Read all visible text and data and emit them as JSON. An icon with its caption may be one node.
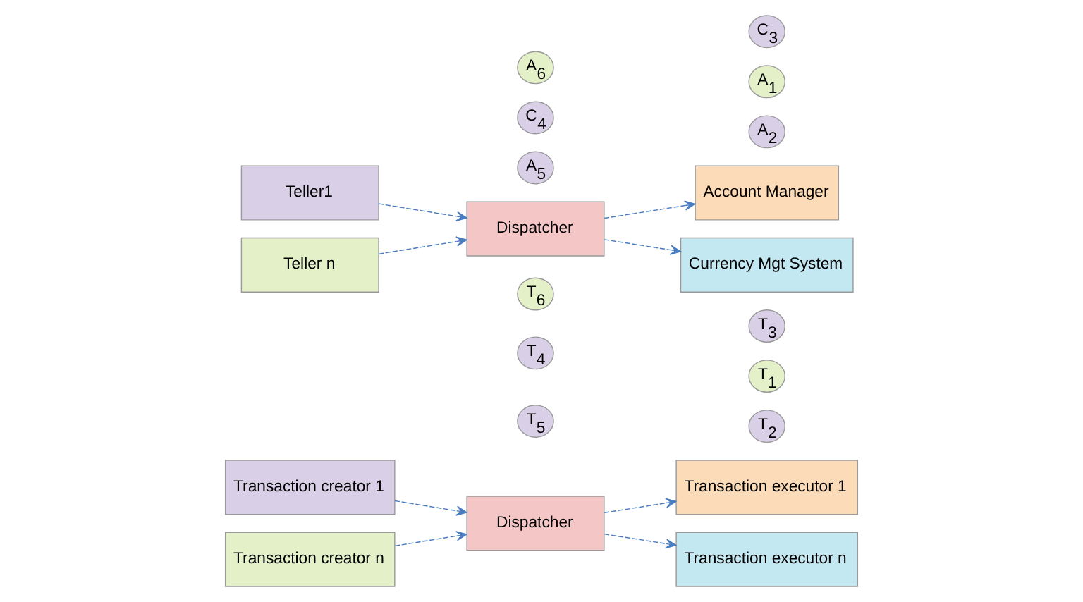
{
  "diagram": {
    "nodes": [
      {
        "text": [
          "Transaction creator 1"
        ]
      },
      {
        "text": [
          "Transaction creator n"
        ]
      },
      {
        "text": [
          "T$_{5}$"
        ]
      },
      {
        "text": [
          "T$_{4}$"
        ]
      },
      {
        "text": [
          "T$_{6}$"
        ]
      },
      {
        "text": [
          "Dispatcher"
        ]
      },
      {
        "text": [
          "T$_{2}$"
        ]
      },
      {
        "text": [
          "T$_{1}$"
        ]
      },
      {
        "text": [
          "T$_{3}$"
        ]
      },
      {
        "text": [
          "Transaction executor 1"
        ]
      },
      {
        "text": [
          "Transaction executor n"
        ]
      },
      {
        "text": [
          "Teller1"
        ]
      },
      {
        "text": [
          "Teller n"
        ]
      },
      {
        "text": [
          "A$_{5}$"
        ]
      },
      {
        "text": [
          "C$_{4}$"
        ]
      },
      {
        "text": [
          "A$_{6}$"
        ]
      },
      {
        "text": [
          "Dispatcher"
        ]
      },
      {
        "text": [
          "A$_{2}$"
        ]
      },
      {
        "text": [
          "A$_{1}$"
        ]
      },
      {
        "text": [
          "C$_{3}$"
        ]
      },
      {
        "text": [
          "Account Manager"
        ]
      },
      {
        "text": [
          "Currency Mgt System"
        ]
      }
    ],
    "edges": [
      {
        "from": 0,
        "to": 5,
        "arrow": "to",
        "style": "dashed"
      },
      {
        "from": 1,
        "to": 5,
        "arrow": "to",
        "style": "dashed"
      },
      {
        "from": 5,
        "to": 9,
        "arrow": "to",
        "style": "dashed"
      },
      {
        "from": 5,
        "to": 10,
        "arrow": "to",
        "style": "dashed"
      },
      {
        "from": 11,
        "to": 16,
        "arrow": "to",
        "style": "dashed"
      },
      {
        "from": 12,
        "to": 16,
        "arrow": "to",
        "style": "dashed"
      },
      {
        "from": 16,
        "to": 20,
        "arrow": "to",
        "style": "dashed"
      },
      {
        "from": 16,
        "to": 21,
        "arrow": "to",
        "style": "dashed"
      }
    ]
  }
}
